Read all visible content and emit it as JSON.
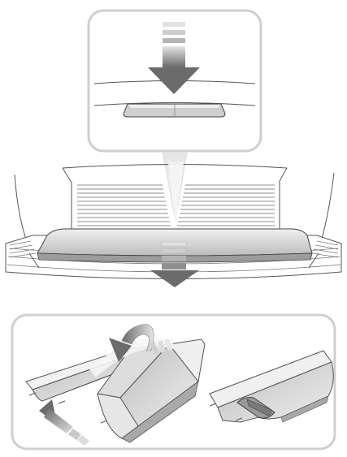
{
  "figure": {
    "panels": [
      {
        "id": "top-inset",
        "icon": "press-down-arrow-icon"
      },
      {
        "id": "middle-view",
        "icon": "pull-down-arrow-icon"
      },
      {
        "id": "bottom-inset",
        "icons": [
          "fold-over-arrow-icon",
          "push-in-arrow-icon"
        ]
      }
    ],
    "colors": {
      "panel_border": "#cfcfcf",
      "line": "#555555",
      "part_fill": "#d9d9d9",
      "arrow_dark": "#6f6f6f",
      "arrow_light": "#d3d3d3"
    }
  }
}
